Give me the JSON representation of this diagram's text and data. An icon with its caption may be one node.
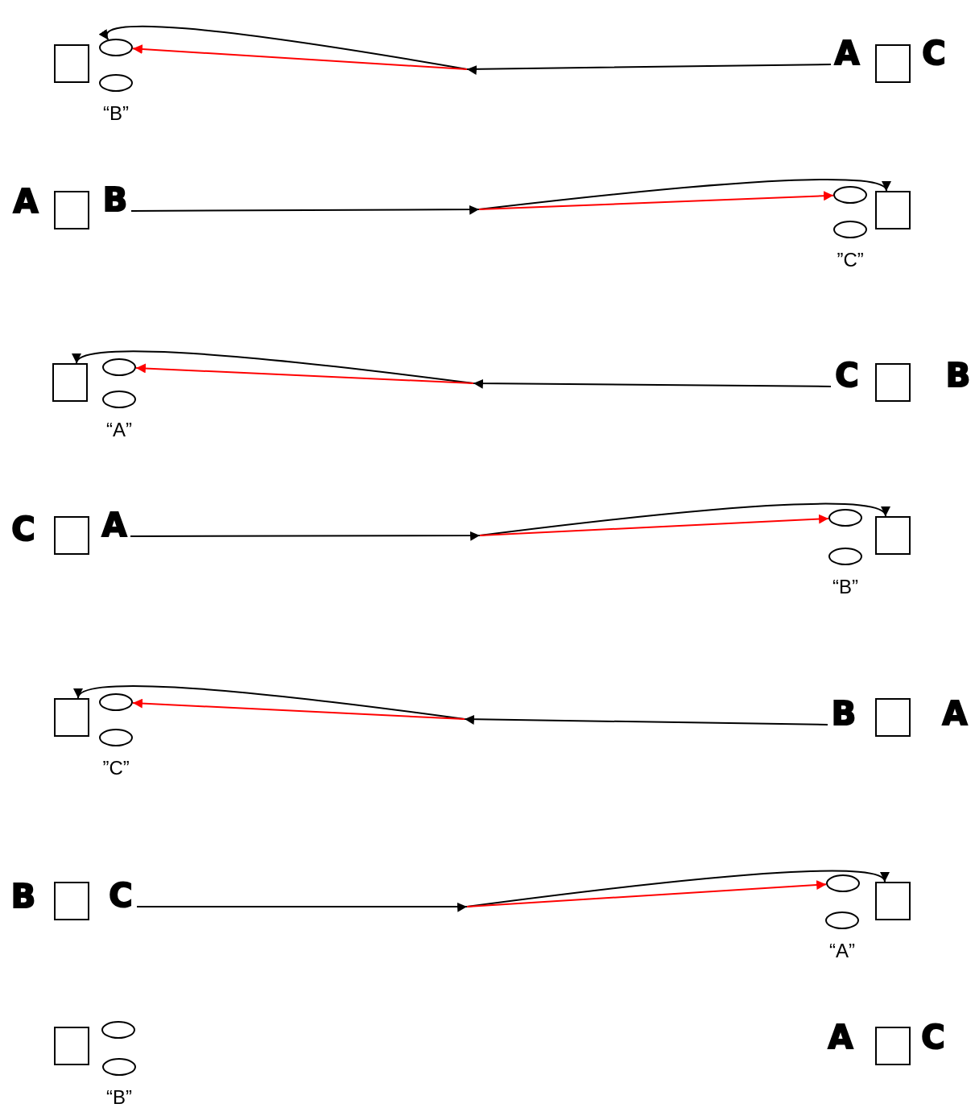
{
  "diagram": {
    "nodes": [
      {
        "text": [],
        "shape": "box"
      },
      {
        "text": [],
        "shape": "ellipse"
      },
      {
        "text": [],
        "shape": "ellipse",
        "beside": [
          "“B”"
        ]
      },
      {
        "text": [
          "A"
        ]
      },
      {
        "text": [],
        "shape": "box",
        "beside": [
          "C"
        ]
      },
      {
        "text": [],
        "shape": "box",
        "beside": [
          "A"
        ]
      },
      {
        "text": [
          "B"
        ]
      },
      {
        "text": [],
        "shape": "ellipse"
      },
      {
        "text": [],
        "shape": "ellipse",
        "beside": [
          "”C”"
        ]
      },
      {
        "text": [],
        "shape": "box"
      },
      {
        "text": [],
        "shape": "box"
      },
      {
        "text": [],
        "shape": "ellipse"
      },
      {
        "text": [],
        "shape": "ellipse",
        "beside": [
          "“A”"
        ]
      },
      {
        "text": [
          "C"
        ]
      },
      {
        "text": [],
        "shape": "box",
        "beside": [
          "B"
        ]
      },
      {
        "text": [],
        "shape": "box",
        "beside": [
          "C"
        ]
      },
      {
        "text": [
          "A"
        ]
      },
      {
        "text": [],
        "shape": "ellipse"
      },
      {
        "text": [],
        "shape": "ellipse",
        "beside": [
          "“B”"
        ]
      },
      {
        "text": [],
        "shape": "box"
      },
      {
        "text": [],
        "shape": "box"
      },
      {
        "text": [],
        "shape": "ellipse"
      },
      {
        "text": [],
        "shape": "ellipse",
        "beside": [
          "”C”"
        ]
      },
      {
        "text": [
          "B"
        ]
      },
      {
        "text": [],
        "shape": "box",
        "beside": [
          "A"
        ]
      },
      {
        "text": [],
        "shape": "box",
        "beside": [
          "B"
        ]
      },
      {
        "text": [
          "C"
        ]
      },
      {
        "text": [],
        "shape": "ellipse"
      },
      {
        "text": [],
        "shape": "ellipse",
        "beside": [
          "“A”"
        ]
      },
      {
        "text": [],
        "shape": "box"
      },
      {
        "text": [],
        "shape": "box"
      },
      {
        "text": [],
        "shape": "ellipse"
      },
      {
        "text": [],
        "shape": "ellipse",
        "beside": [
          "“B”"
        ]
      },
      {
        "text": [],
        "shape": "box",
        "beside": [
          "A",
          "C"
        ]
      }
    ],
    "edges": [
      {
        "from": 3,
        "to": 1,
        "arrow": "to"
      },
      {
        "from": null,
        "to": 1,
        "arrow": "to",
        "color": "#ff0000"
      },
      {
        "from": 6,
        "to": 9,
        "arrow": "to"
      },
      {
        "from": null,
        "to": 7,
        "arrow": "to",
        "color": "#ff0000"
      },
      {
        "from": 13,
        "to": 10,
        "arrow": "to"
      },
      {
        "from": null,
        "to": 11,
        "arrow": "to",
        "color": "#ff0000"
      },
      {
        "from": 16,
        "to": 19,
        "arrow": "to"
      },
      {
        "from": null,
        "to": 17,
        "arrow": "to",
        "color": "#ff0000"
      },
      {
        "from": 23,
        "to": 20,
        "arrow": "to"
      },
      {
        "from": null,
        "to": 21,
        "arrow": "to",
        "color": "#ff0000"
      },
      {
        "from": 26,
        "to": 29,
        "arrow": "to"
      },
      {
        "from": null,
        "to": 27,
        "arrow": "to",
        "color": "#ff0000"
      }
    ]
  }
}
